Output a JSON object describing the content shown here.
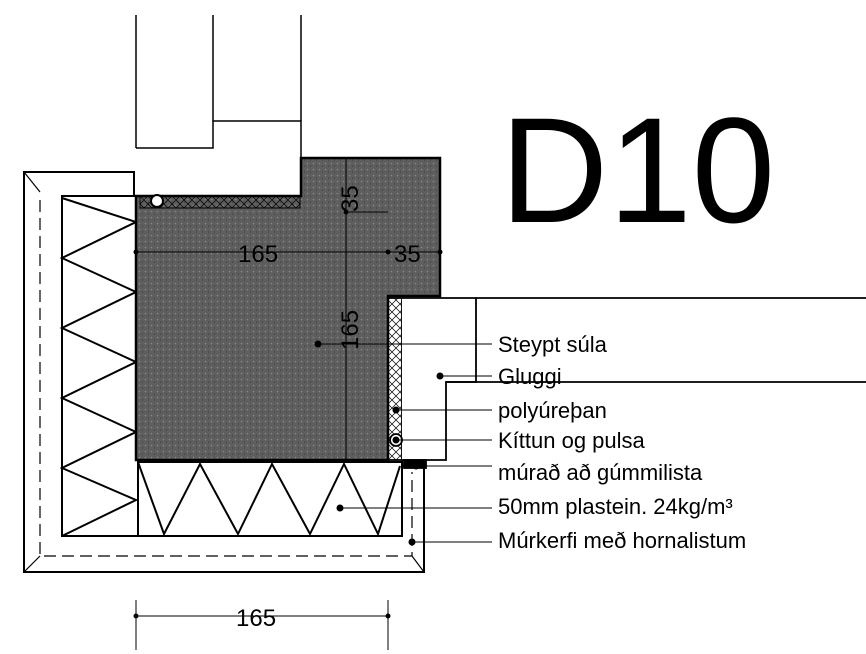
{
  "title": "D10",
  "dimensions": {
    "column_width": "165",
    "column_height": "165",
    "rebate_width": "35",
    "rebate_depth": "35",
    "bottom_width": "165"
  },
  "labels": [
    "Steypt súla",
    "Gluggi",
    "polyúreþan",
    "Kíttun og pulsa",
    "múrað að gúmmilista",
    "50mm plastein. 24kg/m³",
    "Múrkerfi með hornalistum"
  ],
  "colors": {
    "concrete": "#5a5a5a",
    "line": "#000000",
    "background": "#ffffff"
  }
}
